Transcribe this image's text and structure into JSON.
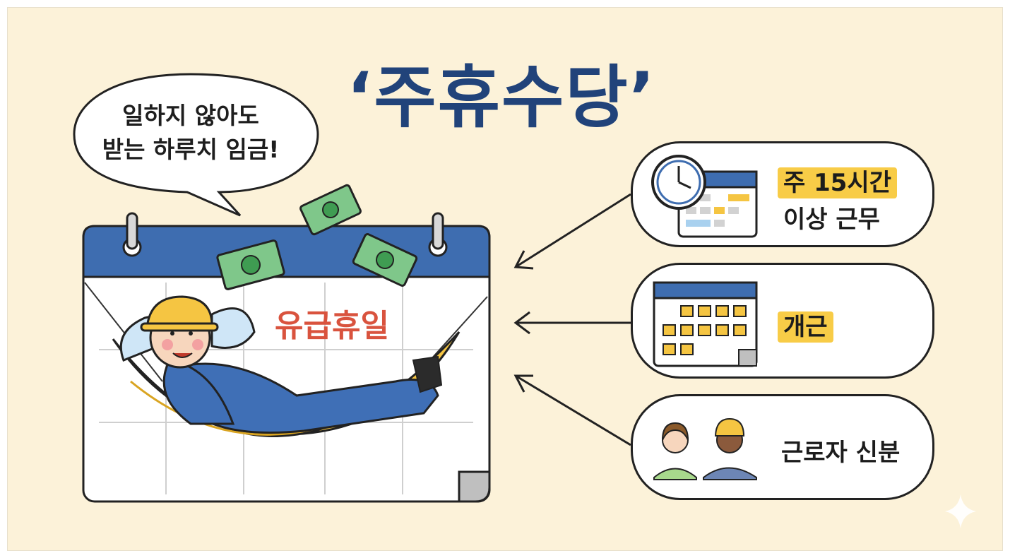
{
  "title": "‘주휴수당’",
  "speech_bubble": {
    "line1": "일하지 않아도",
    "line2": "받는 하루치 임금!"
  },
  "calendar": {
    "label": "유급휴일"
  },
  "conditions": [
    {
      "line1": "주 15시간",
      "line2": "이상 근무",
      "icon": "clock-calendar-icon"
    },
    {
      "line1": "개근",
      "icon": "checked-calendar-icon"
    },
    {
      "line1": "근로자 신분",
      "icon": "workers-icon"
    }
  ],
  "colors": {
    "background": "#fcf2d9",
    "title": "#21437a",
    "calendar_header": "#3e6db0",
    "holiday_text": "#d9533e",
    "highlight": "#f8cc47",
    "hammock": "#f5c542"
  }
}
